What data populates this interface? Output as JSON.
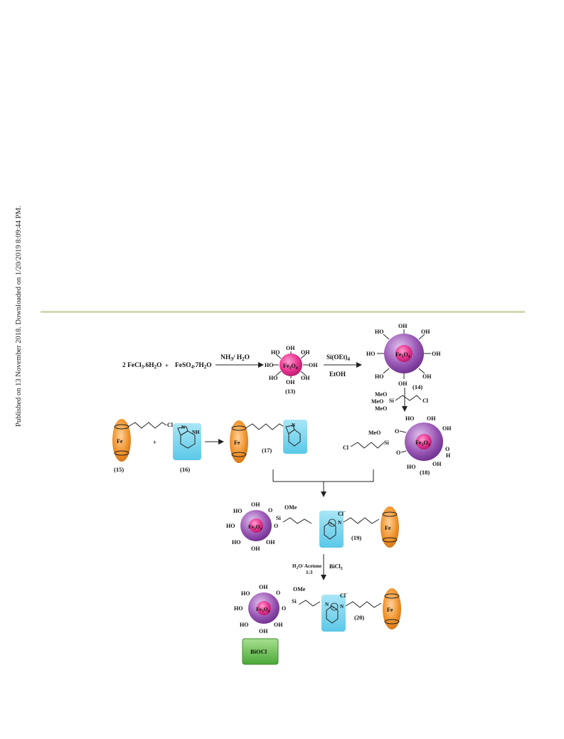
{
  "side_note": "Published on 13 November 2018. Downloaded on 1/20/2019 8:09:44 PM.",
  "reagents": {
    "fecl3": "2 FeCl",
    "fecl3_sub": "3",
    "fecl3_tail": ".6H",
    "fecl3_sub2": "2",
    "fecl3_end": "O",
    "plus": "+",
    "feso4": "FeSO",
    "feso4_sub": "4",
    "feso4_tail": ".7H",
    "feso4_sub2": "2",
    "feso4_end": "O",
    "nh3": "NH",
    "nh3_sub": "3",
    "nh3_tail": "/ H",
    "nh3_sub2": "2",
    "nh3_end": "O",
    "teos": "Si(OEt)",
    "teos_sub": "4",
    "etoh": "EtOH",
    "h2o_acetone": "H",
    "h2o_sub": "2",
    "h2o_tail": "O/ Acetone",
    "ratio": "1:3",
    "bicl3": "BiCl",
    "bicl3_sub": "3",
    "bioc": "BiOCl"
  },
  "labels": {
    "c13": "(13)",
    "c14": "(14)",
    "c15": "(15)",
    "c16": "(16)",
    "c17": "(17)",
    "c18": "(18)",
    "c19": "(19)",
    "c20": "(20)"
  },
  "atoms": {
    "oh": "OH",
    "ho": "HO",
    "o": "O",
    "h": "H",
    "fe": "Fe",
    "cl": "Cl",
    "cl_minus": "Cl",
    "minus": "−",
    "nh": "NH",
    "n": "N",
    "si": "Si",
    "meo": "MeO",
    "ome": "OMe",
    "meo_si": "MeO",
    "plus_charge": "+",
    "fe3o4": "Fe",
    "fe3o4_sub": "3",
    "fe3o4_o": "O",
    "fe3o4_sub2": "4"
  },
  "colors": {
    "pink_core": "#e8338f",
    "purple_shell": "#9b59b6",
    "orange": "#f0922a",
    "cyan": "#5bc8e8",
    "green": "#5ab848",
    "rule": "#d6d8b4"
  }
}
